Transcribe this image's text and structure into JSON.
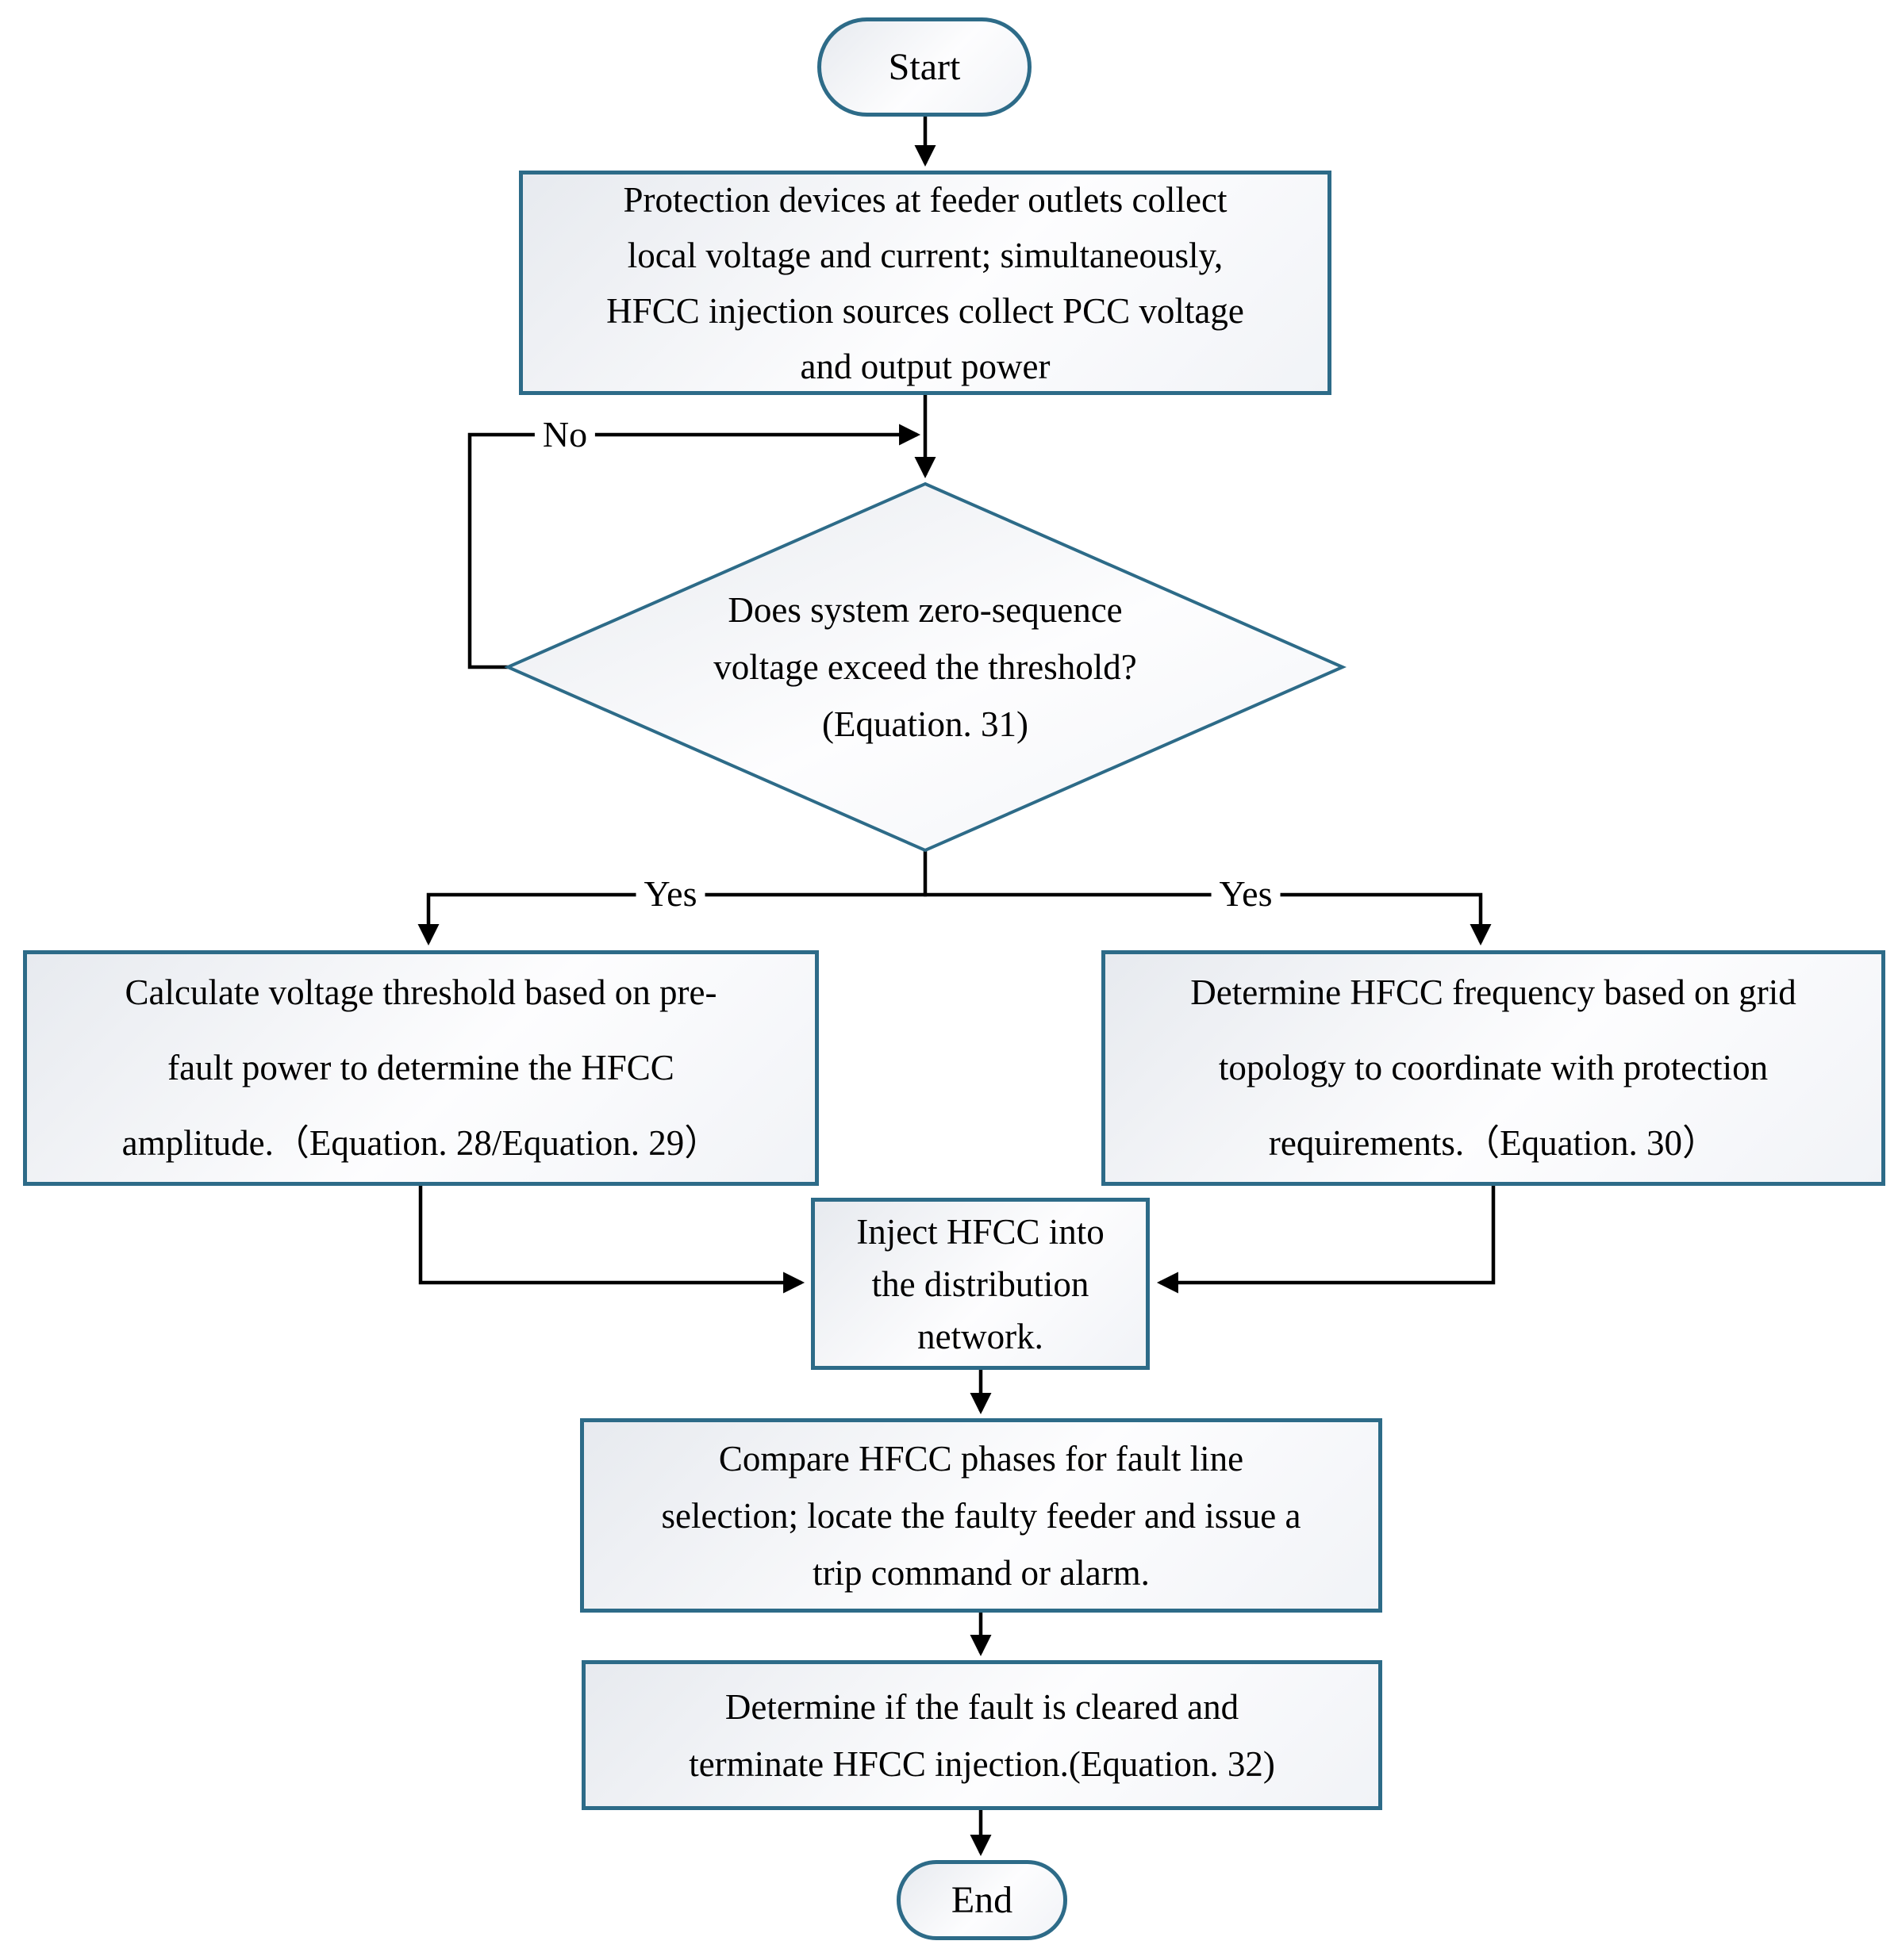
{
  "figure": {
    "type": "flowchart"
  },
  "colors": {
    "node_border": "#2d6b88",
    "connector": "#000000",
    "text": "#000000",
    "fill_from": "#e7eaef",
    "fill_mid": "#fdfdfe",
    "fill_to": "#f1f3f7"
  },
  "nodes": {
    "start": {
      "label": "Start"
    },
    "collect": {
      "label": "Protection devices at feeder outlets collect\nlocal voltage and current; simultaneously,\nHFCC injection sources collect PCC voltage\nand output power"
    },
    "decision": {
      "label": "Does system zero-sequence\nvoltage exceed the threshold?\n(Equation. 31)"
    },
    "calc_amplitude": {
      "label": "Calculate voltage threshold based on pre-\nfault power to determine the HFCC\namplitude.（Equation. 28/Equation. 29）"
    },
    "determine_frequency": {
      "label": "Determine HFCC frequency based on grid\ntopology to coordinate with protection\nrequirements.（Equation. 30）"
    },
    "inject": {
      "label": "Inject HFCC into\nthe distribution\nnetwork."
    },
    "compare": {
      "label": "Compare HFCC phases for fault line\nselection; locate the faulty feeder and issue a\ntrip command or alarm."
    },
    "terminate": {
      "label": "Determine if the fault is cleared and\nterminate HFCC injection.(Equation. 32)"
    },
    "end": {
      "label": "End"
    }
  },
  "edge_labels": {
    "no": "No",
    "yes_left": "Yes",
    "yes_right": "Yes"
  }
}
